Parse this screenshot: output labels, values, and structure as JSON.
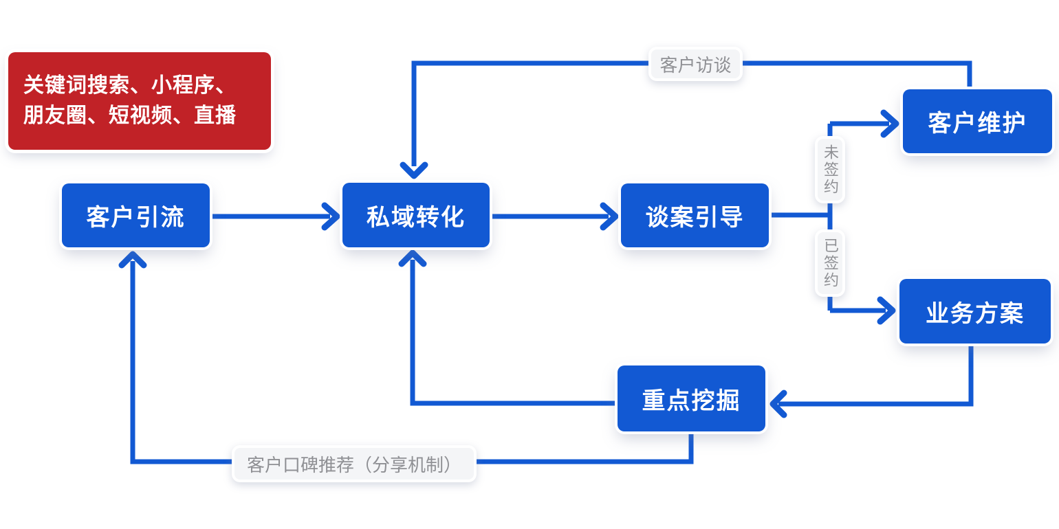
{
  "diagram": {
    "red_note": {
      "lines": [
        "关键词搜索、小程序、",
        "朋友圈、短视频、直播"
      ]
    },
    "nodes": {
      "kehu_yinliu": "客户引流",
      "siyu_zhuanhua": "私域转化",
      "tanan_yindao": "谈案引导",
      "kehu_weihu": "客户维护",
      "yewu_fangan": "业务方案",
      "zhongdian_wajue": "重点挖掘"
    },
    "edge_labels": {
      "kehu_fangtan": "客户访谈",
      "wei_qianyue": "未签约",
      "yi_qianyue": "已签约",
      "koubei_tuijian": "客户口碑推荐（分享机制）"
    },
    "colors": {
      "node_blue": "#1259d3",
      "note_red": "#c12227",
      "line_blue": "#1259d3",
      "label_text_gray": "#8f9094",
      "label_bg": "#f4f5f7"
    }
  }
}
